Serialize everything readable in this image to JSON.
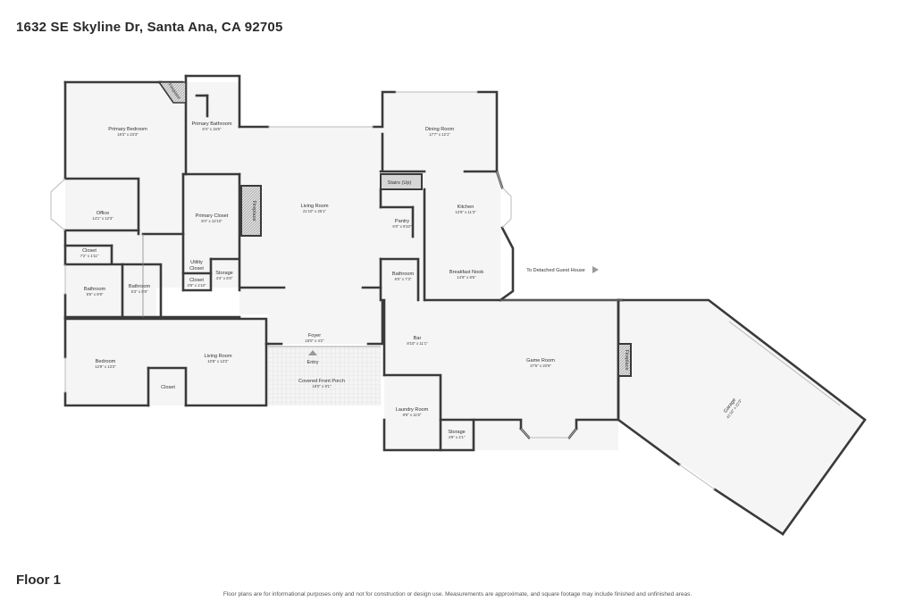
{
  "header": {
    "address": "1632 SE Skyline Dr, Santa Ana, CA 92705"
  },
  "footer": {
    "floor": "Floor 1",
    "disclaimer": "Floor plans are for informational purposes only and not for construction or design use. Measurements are approximate, and square footage may include finished and unfinished areas."
  },
  "rooms": {
    "primary_bedroom": {
      "name": "Primary Bedroom",
      "dims": "18'3\" x 23'3\""
    },
    "primary_bathroom": {
      "name": "Primary Bathroom",
      "dims": "8'4\" x 15'5\""
    },
    "office": {
      "name": "Office",
      "dims": "14'1\" x 12'3\""
    },
    "closet_office": {
      "name": "Closet",
      "dims": "7'2\" x 1'11\""
    },
    "primary_closet": {
      "name": "Primary Closet",
      "dims": "8'4\" x 12'10\""
    },
    "utility_closet": {
      "name": "Utility Closet"
    },
    "closet_small": {
      "name": "Closet",
      "dims": "3'8\" x 1'10\""
    },
    "storage_small": {
      "name": "Storage",
      "dims": "4'4\" x 5'0\""
    },
    "bathroom_a": {
      "name": "Bathroom",
      "dims": "8'6\" x 8'9\""
    },
    "bathroom_b": {
      "name": "Bathroom",
      "dims": "5'3\" x 9'8\""
    },
    "bedroom": {
      "name": "Bedroom",
      "dims": "12'8\" x 13'2\""
    },
    "closet_bedroom": {
      "name": "Closet"
    },
    "living_room_small": {
      "name": "Living Room",
      "dims": "10'8\" x 13'2\""
    },
    "living_room": {
      "name": "Living Room",
      "dims": "21'10\" x 25'1\""
    },
    "foyer": {
      "name": "Foyer",
      "dims": "18'0\" x 4'2\""
    },
    "entry": {
      "name": "Entry"
    },
    "porch": {
      "name": "Covered Front Porch",
      "dims": "18'0\" x 9'1\""
    },
    "dining_room": {
      "name": "Dining Room",
      "dims": "17'7\" x 12'1\""
    },
    "stairs": {
      "name": "Stairs (Up)"
    },
    "kitchen": {
      "name": "Kitchen",
      "dims": "12'8\" x 11'3\""
    },
    "pantry": {
      "name": "Pantry",
      "dims": "6'0\" x 8'10\""
    },
    "bathroom_c": {
      "name": "Bathroom",
      "dims": "6'0\" x 7'3\""
    },
    "breakfast_nook": {
      "name": "Breakfast Nook",
      "dims": "14'9\" x 8'6\""
    },
    "guest_house": {
      "name": "To Detached Guest House"
    },
    "bar": {
      "name": "Bar",
      "dims": "8'10\" x 11'1\""
    },
    "game_room": {
      "name": "Game Room",
      "dims": "27'5\" x 20'9\""
    },
    "laundry": {
      "name": "Laundry Room",
      "dims": "8'9\" x 11'5\""
    },
    "storage_b": {
      "name": "Storage",
      "dims": "4'9\" x 4'1\""
    },
    "garage": {
      "name": "Garage",
      "dims": "41'10\" x 22'9\""
    },
    "fireplace": {
      "name": "Fireplace"
    }
  }
}
